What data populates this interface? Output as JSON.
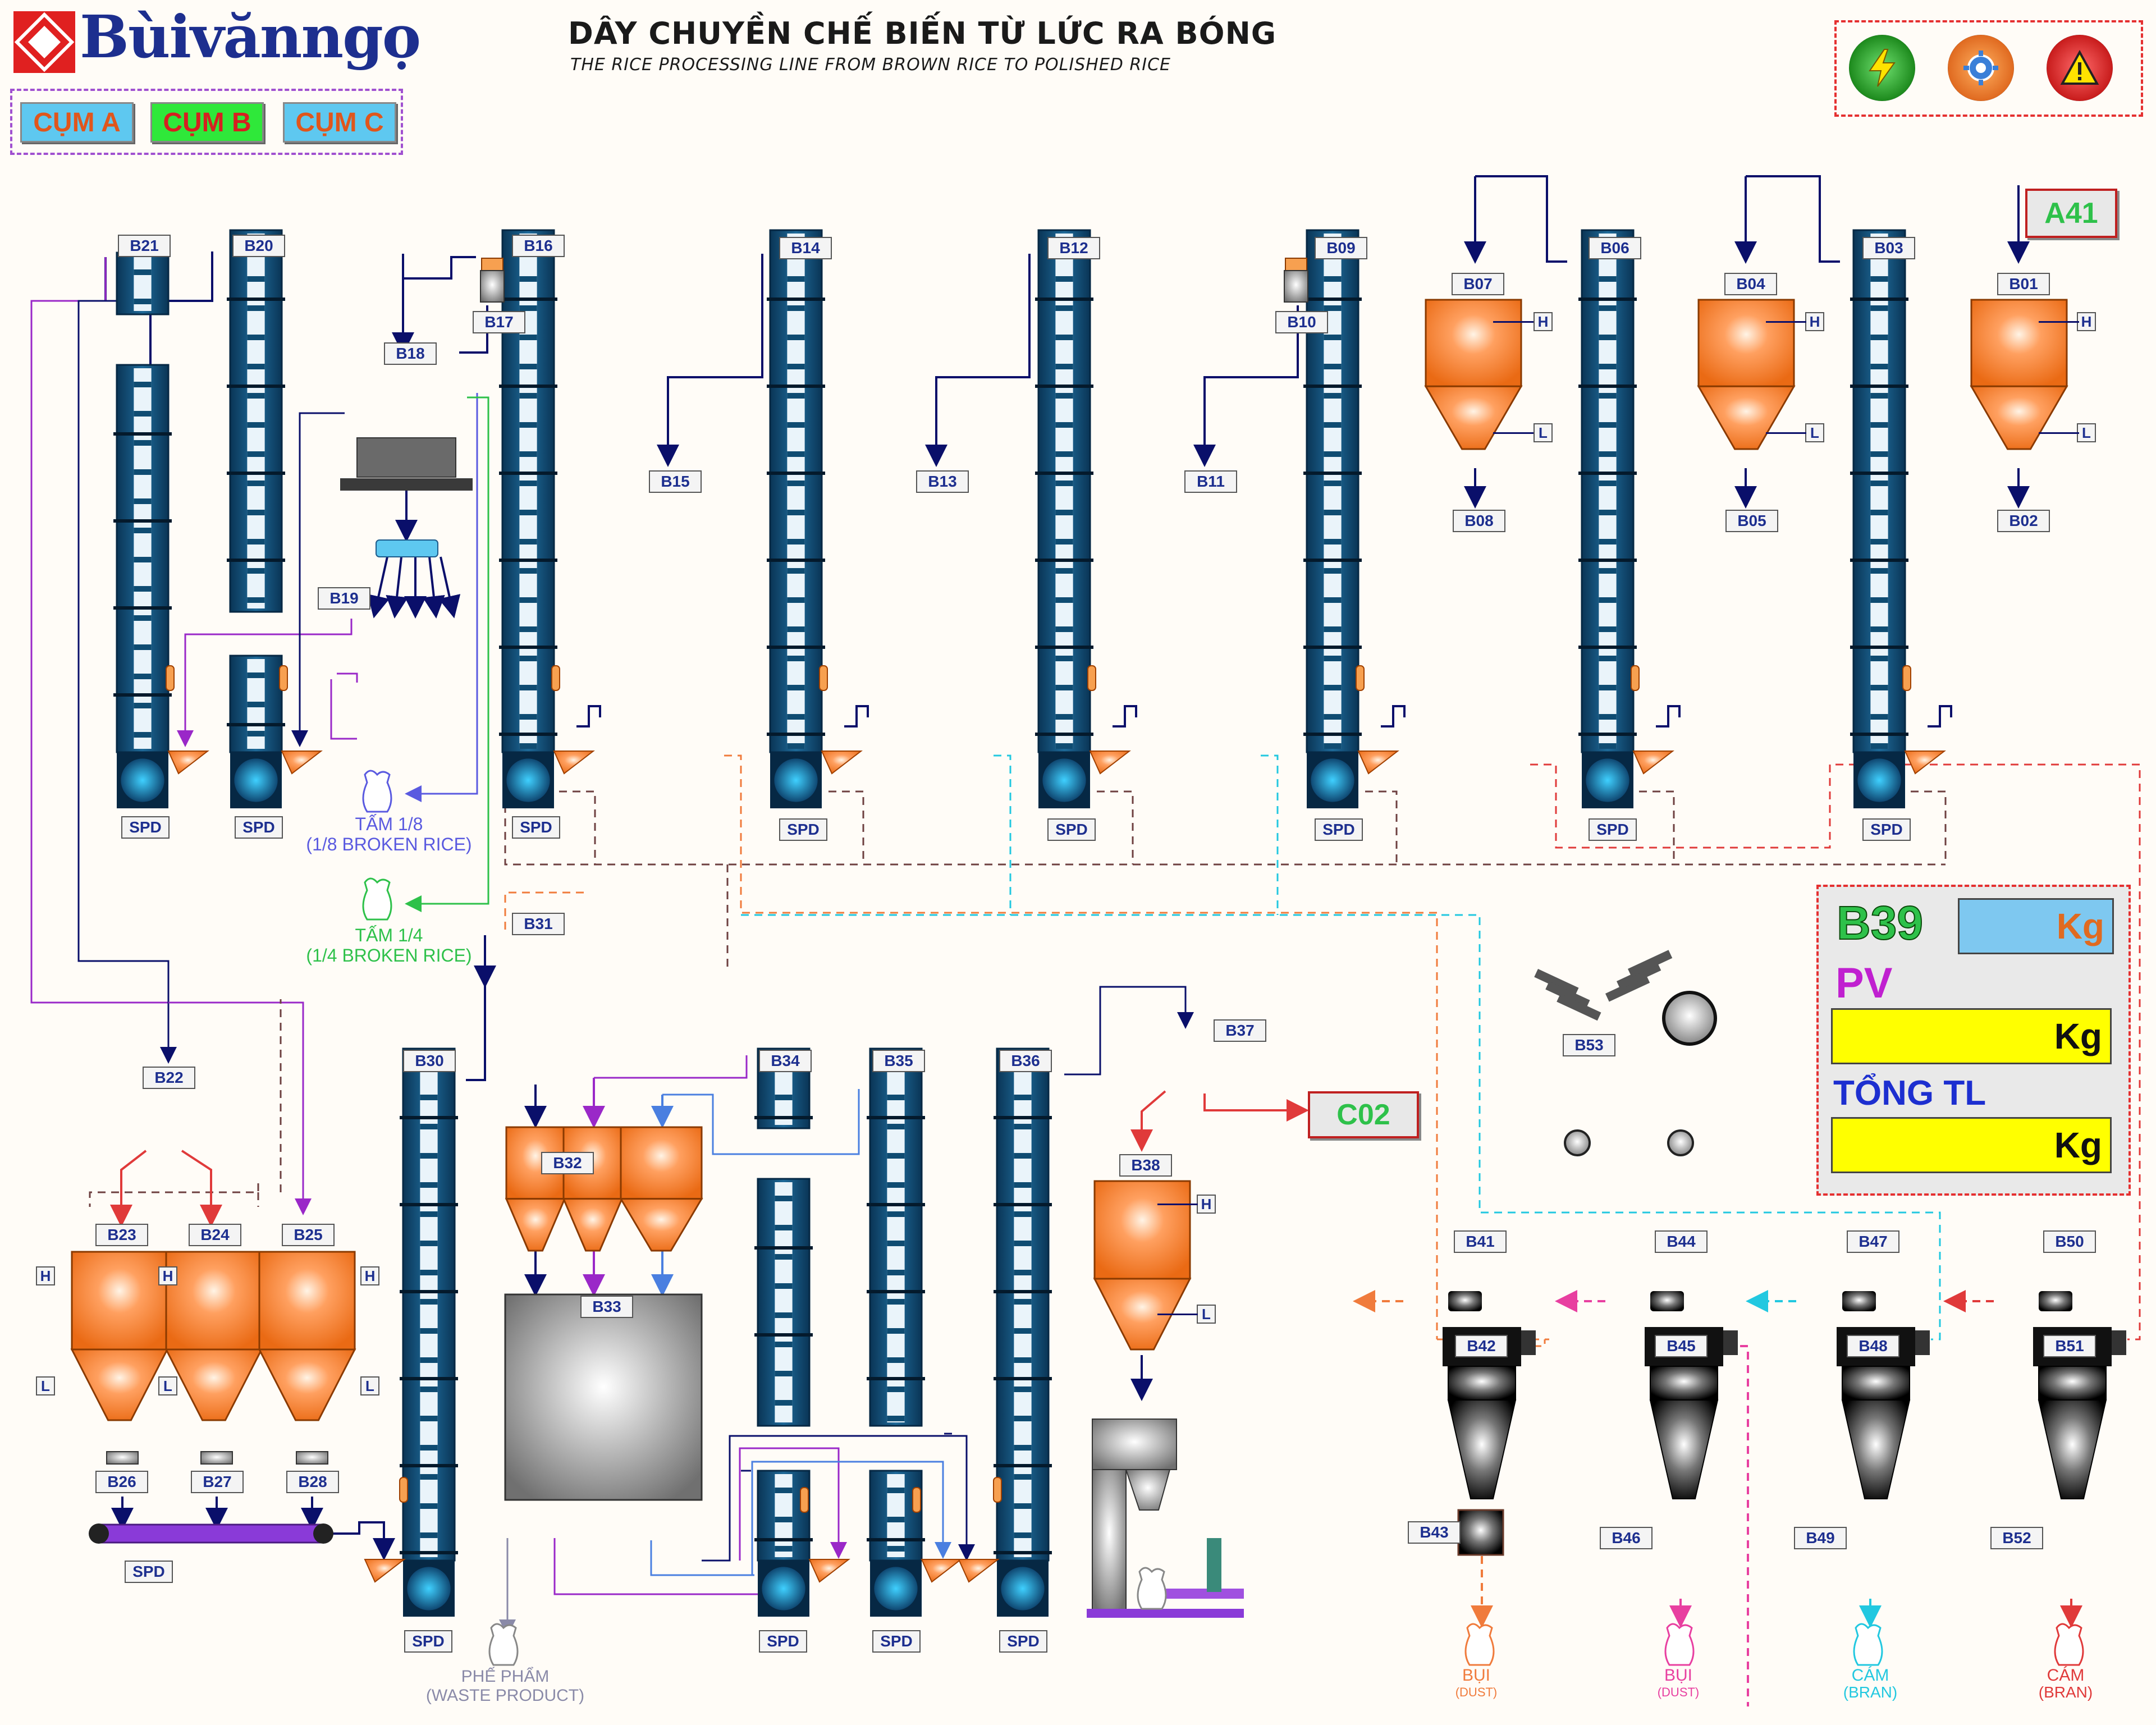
{
  "header": {
    "logo_text": "Bùivănngọ",
    "title": "DÂY CHUYỀN CHẾ BIẾN TỪ LỨC RA BÓNG",
    "subtitle": "THE RICE PROCESSING LINE FROM BROWN RICE TO POLISHED RICE"
  },
  "cluster_tabs": [
    {
      "label": "CỤM A",
      "color": "#5ec8f0"
    },
    {
      "label": "CỤM B",
      "color": "#2fe83a"
    },
    {
      "label": "CỤM C",
      "color": "#5ec8f0"
    }
  ],
  "status_buttons": [
    {
      "name": "power",
      "icon": "lightning-icon",
      "color": "#2aa52a"
    },
    {
      "name": "settings",
      "icon": "gear-icon",
      "color": "#e06a20"
    },
    {
      "name": "alarm",
      "icon": "warning-icon",
      "color": "#d62020"
    }
  ],
  "panel": {
    "device": "B39",
    "unit": "Kg",
    "pv_label": "PV",
    "pv_unit": "Kg",
    "total_label": "TỔNG TL",
    "total_unit": "Kg"
  },
  "tags": {
    "A41": "A41",
    "C02": "C02"
  },
  "labels": {
    "B01": "B01",
    "B02": "B02",
    "B03": "B03",
    "B04": "B04",
    "B05": "B05",
    "B06": "B06",
    "B07": "B07",
    "B08": "B08",
    "B09": "B09",
    "B10": "B10",
    "B11": "B11",
    "B12": "B12",
    "B13": "B13",
    "B14": "B14",
    "B15": "B15",
    "B16": "B16",
    "B17": "B17",
    "B18": "B18",
    "B19": "B19",
    "B20": "B20",
    "B21": "B21",
    "B22": "B22",
    "B23": "B23",
    "B24": "B24",
    "B25": "B25",
    "B26": "B26",
    "B27": "B27",
    "B28": "B28",
    "B30": "B30",
    "B31": "B31",
    "B32": "B32",
    "B33": "B33",
    "B34": "B34",
    "B35": "B35",
    "B36": "B36",
    "B37": "B37",
    "B38": "B38",
    "B41": "B41",
    "B42": "B42",
    "B43": "B43",
    "B44": "B44",
    "B45": "B45",
    "B46": "B46",
    "B47": "B47",
    "B48": "B48",
    "B49": "B49",
    "B50": "B50",
    "B51": "B51",
    "B52": "B52",
    "B53": "B53",
    "SPD": "SPD",
    "H": "H",
    "L": "L"
  },
  "outputs": {
    "broken18": [
      "TẤM 1/8",
      "(1/8 BROKEN RICE)"
    ],
    "broken14": [
      "TẤM 1/4",
      "(1/4 BROKEN RICE)"
    ],
    "waste": [
      "PHẾ PHẨM",
      "(WASTE PRODUCT)"
    ],
    "dust1": [
      "BỤI",
      "(DUST)"
    ],
    "dust2": [
      "BỤI",
      "(DUST)"
    ],
    "bran1": [
      "CÁM",
      "(BRAN)"
    ],
    "bran2": [
      "CÁM",
      "(BRAN)"
    ]
  },
  "colors": {
    "elevator": "#0f4c72",
    "hopper": "#f07a20",
    "line_navy": "#0a0f6a",
    "line_purple": "#9a28c8",
    "line_green": "#2ec14a",
    "line_blue": "#4a7fe0",
    "line_cyan": "#22c8e0",
    "line_orange": "#f07b3c",
    "line_red": "#e03a3a",
    "line_pink": "#e83fa0",
    "line_brown": "#6e4040"
  }
}
